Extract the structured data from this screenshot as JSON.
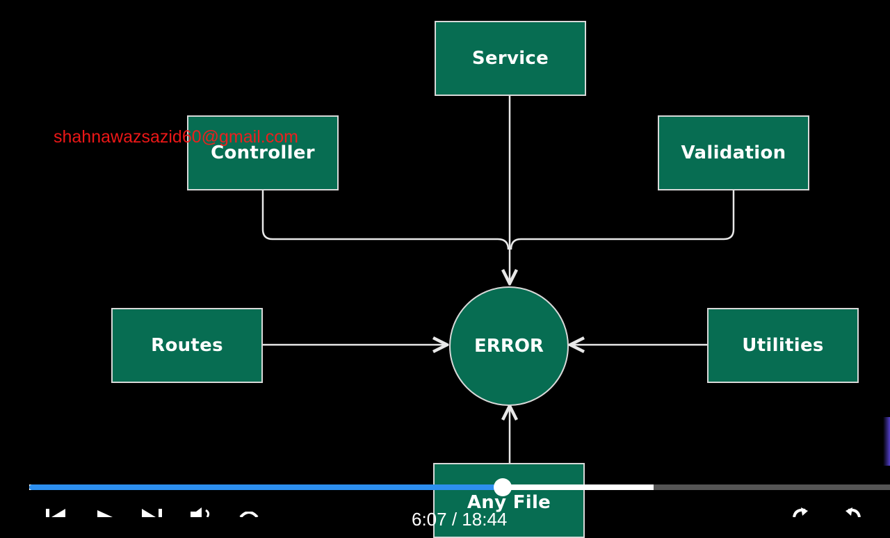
{
  "diagram": {
    "nodes": {
      "service": "Service",
      "controller": "Controller",
      "validation": "Validation",
      "routes": "Routes",
      "error": "ERROR",
      "utilities": "Utilities",
      "any_file": "Any File"
    }
  },
  "watermark": "shahnawazsazid60@gmail.com",
  "player": {
    "time": "6:07 / 18:44",
    "played_fraction": 0.55,
    "buffered_fraction": 0.725,
    "colors": {
      "played": "#2d8ff0",
      "buffered": "#ffffff",
      "track": "#555555"
    }
  },
  "colors": {
    "node_fill": "#076d52",
    "node_border": "#d9d9d9",
    "background": "#000000",
    "watermark": "#ff1a1a"
  }
}
